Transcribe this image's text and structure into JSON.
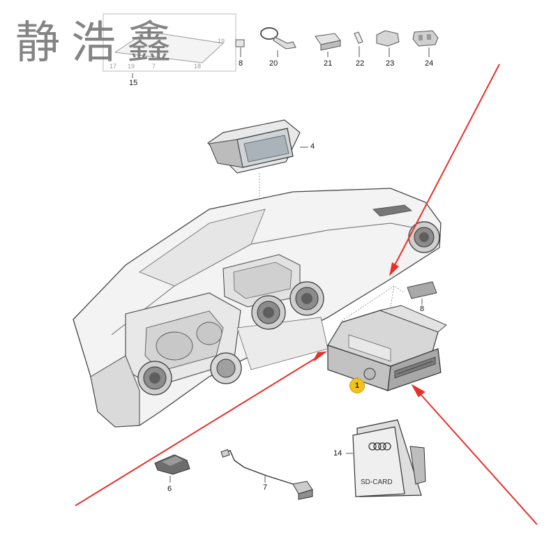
{
  "watermark": "静浩鑫",
  "callouts": {
    "c15": "15",
    "c8_top": "8",
    "c20": "20",
    "c21": "21",
    "c22": "22",
    "c23": "23",
    "c24": "24",
    "c4": "4",
    "c8_right": "8",
    "c1": "1",
    "c14": "14",
    "c6": "6",
    "c7": "7"
  },
  "inset_numbers": {
    "n17": "17",
    "n19a": "19",
    "n19b": "19",
    "n7": "7",
    "n18": "18"
  },
  "sd_card_text": "SD-CARD",
  "colors": {
    "arrow": "#e8302a",
    "highlight": "#f2c21a",
    "line": "#555555",
    "fill_light": "#f2f2f2",
    "fill_mid": "#d8d8d8",
    "fill_dark": "#9a9a9a"
  }
}
